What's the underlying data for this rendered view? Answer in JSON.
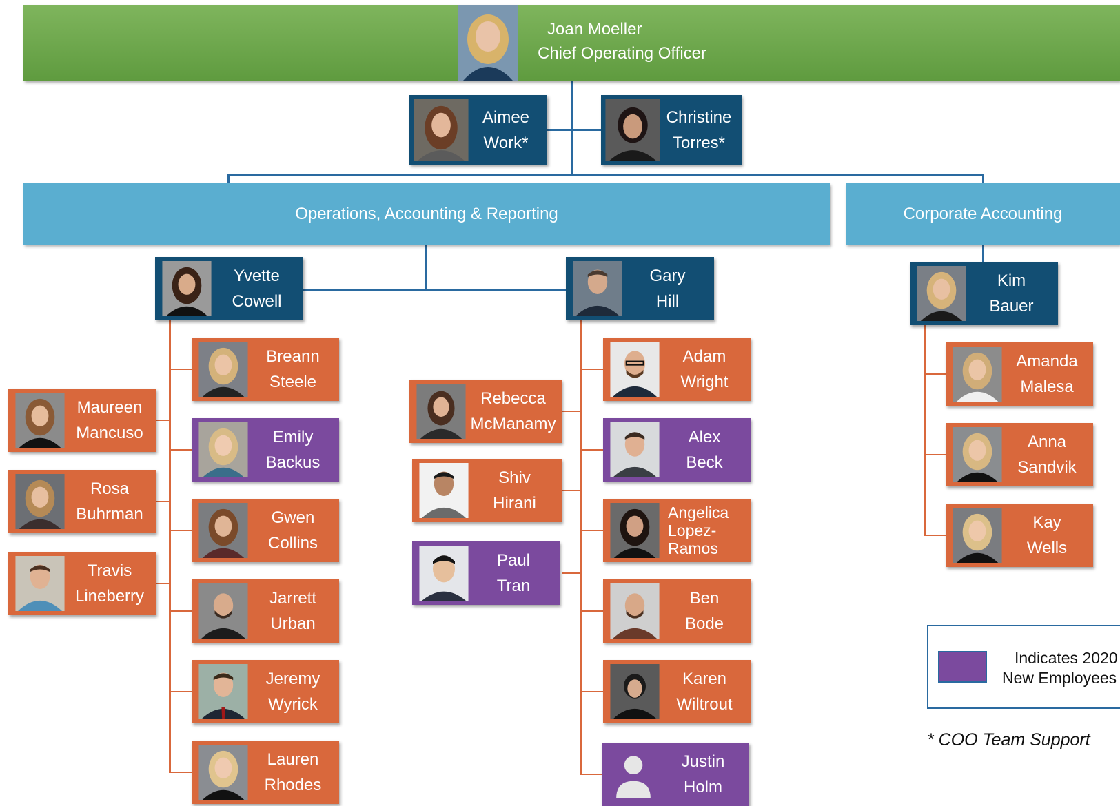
{
  "top": {
    "name": "Joan Moeller",
    "title": "Chief Operating Officer"
  },
  "support": [
    {
      "first": "Aimee",
      "last": "Work*"
    },
    {
      "first": "Christine",
      "last": "Torres*"
    }
  ],
  "departments": {
    "oar": "Operations, Accounting & Reporting",
    "corp": "Corporate Accounting"
  },
  "managers": {
    "yvette": {
      "first": "Yvette",
      "last": "Cowell"
    },
    "gary": {
      "first": "Gary",
      "last": "Hill"
    },
    "kim": {
      "first": "Kim",
      "last": "Bauer"
    }
  },
  "left_col": [
    {
      "first": "Maureen",
      "last": "Mancuso"
    },
    {
      "first": "Rosa",
      "last": "Buhrman"
    },
    {
      "first": "Travis",
      "last": "Lineberry"
    }
  ],
  "yvette_team": [
    {
      "first": "Breann",
      "last": "Steele"
    },
    {
      "first": "Emily",
      "last": "Backus"
    },
    {
      "first": "Gwen",
      "last": "Collins"
    },
    {
      "first": "Jarrett",
      "last": "Urban"
    },
    {
      "first": "Jeremy",
      "last": "Wyrick"
    },
    {
      "first": "Lauren",
      "last": "Rhodes"
    }
  ],
  "mid_col": [
    {
      "first": "Rebecca",
      "last": "McManamy"
    },
    {
      "first": "Shiv",
      "last": "Hirani"
    },
    {
      "first": "Paul",
      "last": "Tran"
    }
  ],
  "gary_team": [
    {
      "first": "Adam",
      "last": "Wright"
    },
    {
      "first": "Alex",
      "last": "Beck"
    },
    {
      "first": "Angelica",
      "last": "Lopez-",
      "extra": "Ramos"
    },
    {
      "first": "Ben",
      "last": "Bode"
    },
    {
      "first": "Karen",
      "last": "Wiltrout"
    },
    {
      "first": "Justin",
      "last": "Holm"
    }
  ],
  "kim_team": [
    {
      "first": "Amanda",
      "last": "Malesa"
    },
    {
      "first": "Anna",
      "last": "Sandvik"
    },
    {
      "first": "Kay",
      "last": "Wells"
    }
  ],
  "legend": {
    "line1": "Indicates 2020",
    "line2": "New Employees",
    "note": "* COO Team Support"
  },
  "colors": {
    "new_employee": "#7b4a9e",
    "staff": "#d9683c",
    "manager": "#124e73",
    "department": "#5aaed0",
    "executive": "#6aa84f"
  }
}
